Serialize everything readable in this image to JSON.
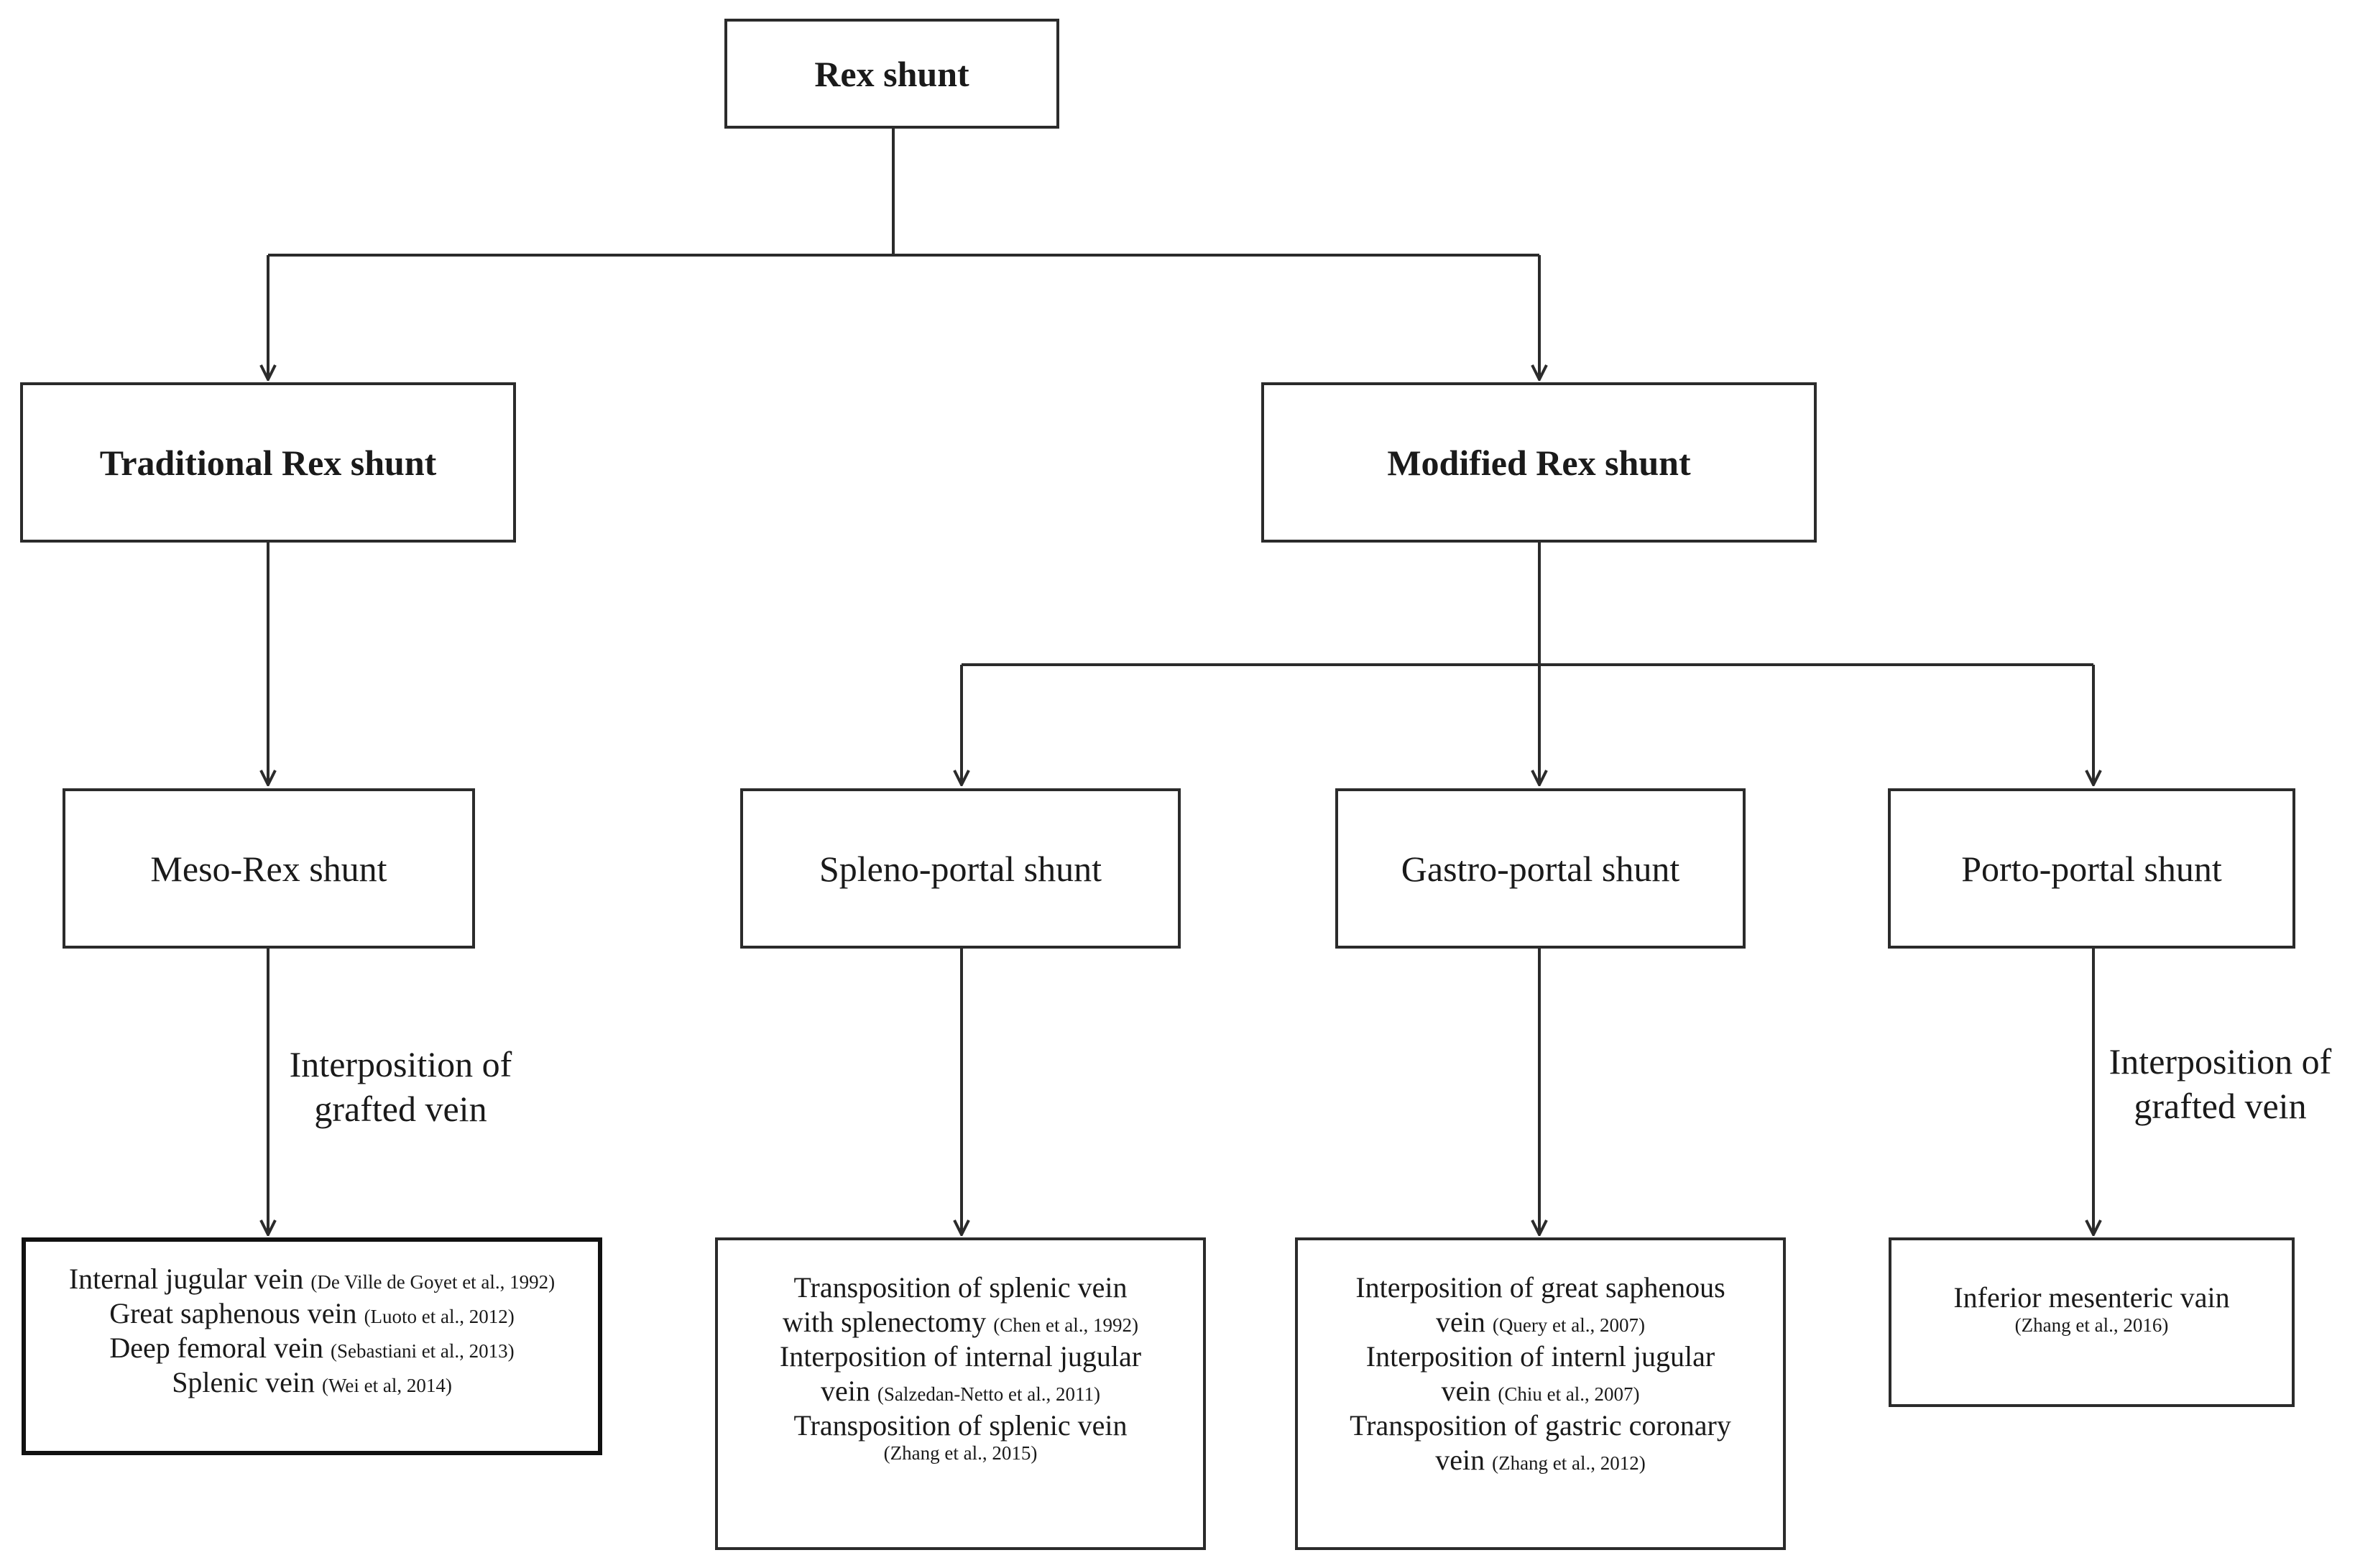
{
  "root": {
    "label": "Rex shunt"
  },
  "categories": {
    "traditional": {
      "label": "Traditional Rex shunt"
    },
    "modified": {
      "label": "Modified Rex shunt"
    }
  },
  "procedures": {
    "meso_rex": {
      "label": "Meso-Rex shunt"
    },
    "spleno_portal": {
      "label": "Spleno-portal shunt"
    },
    "gastro_portal": {
      "label": "Gastro-portal shunt"
    },
    "porto_portal": {
      "label": "Porto-portal shunt"
    }
  },
  "edge_labels": {
    "meso_rex": [
      "Interposition of",
      "grafted vein"
    ],
    "porto_portal": [
      "Interposition of",
      "grafted vein"
    ]
  },
  "grafts": {
    "meso_rex": [
      {
        "text": "Internal jugular vein",
        "ref": "(De Ville de Goyet et al., 1992)"
      },
      {
        "text": "Great saphenous vein",
        "ref": "(Luoto et al., 2012)"
      },
      {
        "text": "Deep femoral vein",
        "ref": "(Sebastiani et al., 2013)"
      },
      {
        "text": "Splenic vein",
        "ref": "(Wei et al, 2014)"
      }
    ],
    "spleno_portal": [
      {
        "text": "Transposition of splenic vein",
        "text2": "with splenectomy",
        "ref": "(Chen et al., 1992)"
      },
      {
        "text": "Interposition of internal jugular",
        "text2": "vein",
        "ref": "(Salzedan-Netto et al., 2011)"
      },
      {
        "text": "Transposition of splenic vein",
        "sub": "(Zhang et al., 2015)"
      }
    ],
    "gastro_portal": [
      {
        "text": "Interposition of great saphenous",
        "text2": "vein",
        "ref": "(Query et al., 2007)"
      },
      {
        "text": "Interposition of internl jugular",
        "text2": "vein",
        "ref": "(Chiu et al., 2007)"
      },
      {
        "text": "Transposition of gastric coronary",
        "text2": "vein",
        "ref": "(Zhang et al., 2012)"
      }
    ],
    "porto_portal": [
      {
        "text": "Inferior mesenteric vain",
        "sub": "(Zhang et al., 2016)"
      }
    ]
  }
}
